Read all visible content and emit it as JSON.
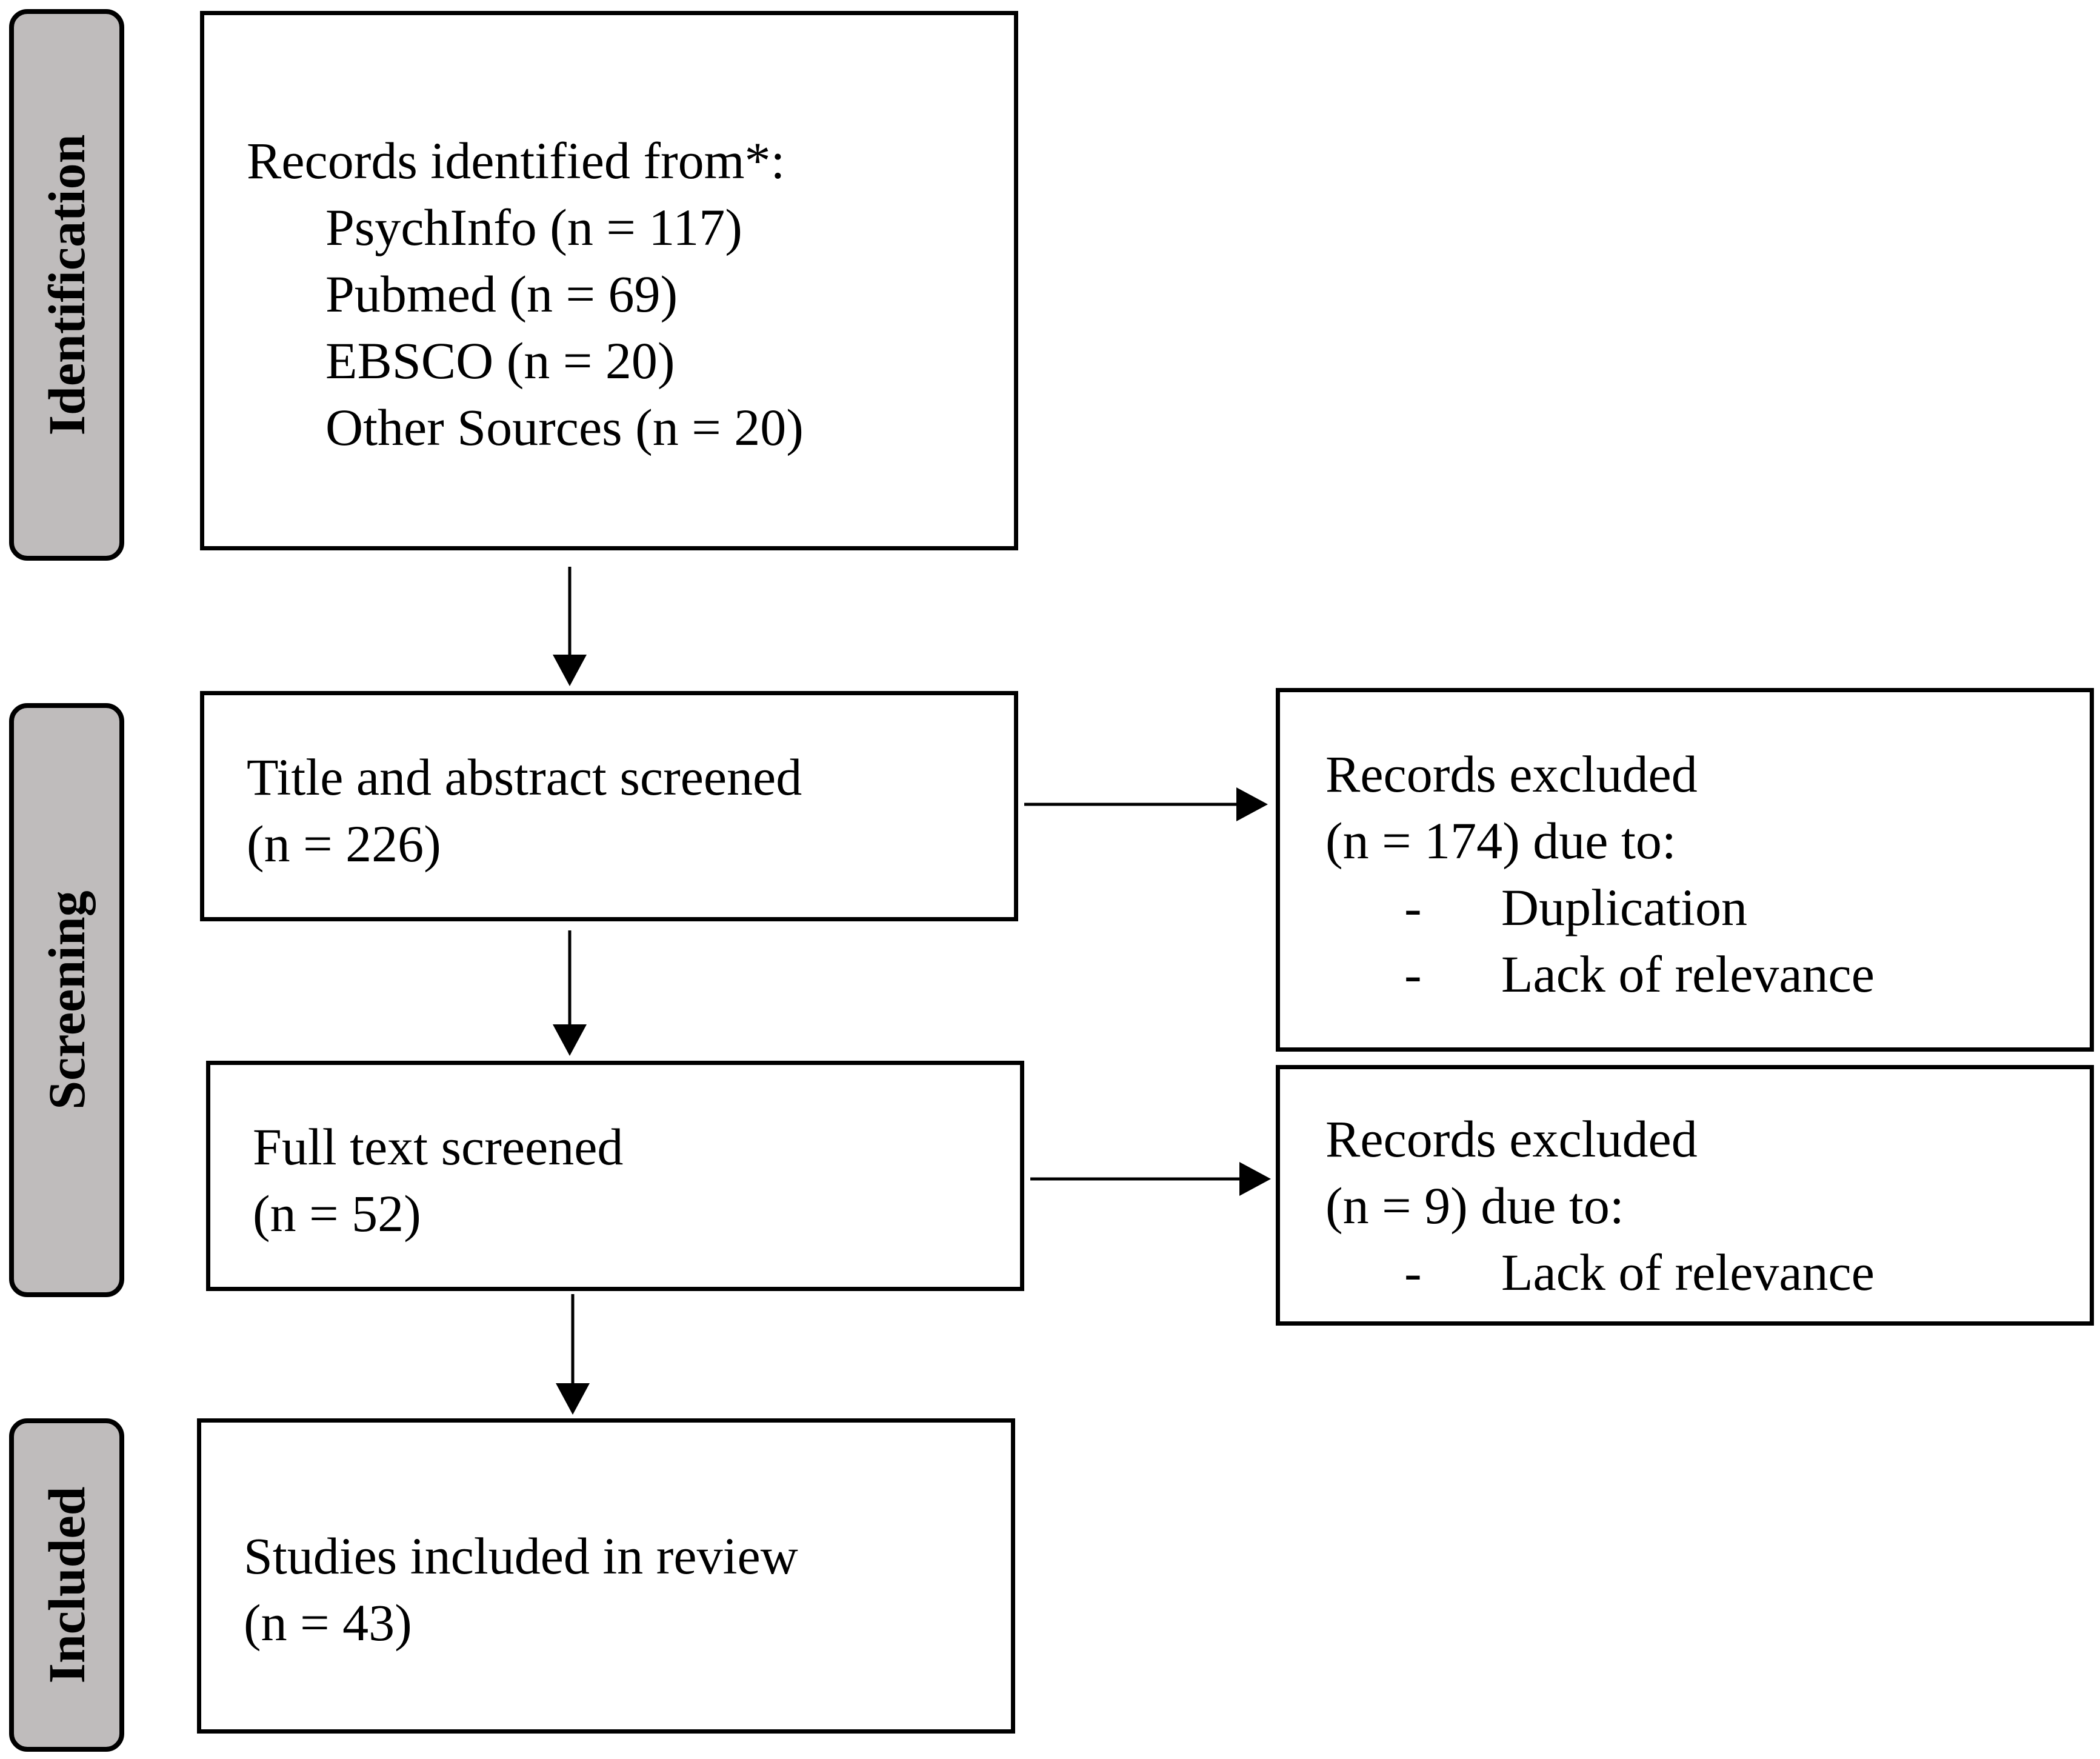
{
  "phases": {
    "identification": "Identification",
    "screening": "Screening",
    "included": "Included"
  },
  "identification_box": {
    "heading": "Records identified from*:",
    "sources": [
      "PsychInfo (n = 117)",
      "Pubmed (n = 69)",
      "EBSCO (n = 20)",
      "Other Sources (n = 20)"
    ]
  },
  "title_abstract_box": {
    "line1": "Title and abstract screened",
    "line2": "(n = 226)"
  },
  "full_text_box": {
    "line1": "Full text screened",
    "line2": "(n = 52)"
  },
  "included_box": {
    "line1": "Studies included in review",
    "line2": "(n = 43)"
  },
  "excluded_box_1": {
    "line1": "Records excluded",
    "line2": "(n = 174) due to:",
    "bullet_marker": "-",
    "reasons": [
      "Duplication",
      "Lack of relevance"
    ]
  },
  "excluded_box_2": {
    "line1": "Records excluded",
    "line2": "(n = 9) due to:",
    "bullet_marker": "-",
    "reasons": [
      "Lack of relevance"
    ]
  }
}
